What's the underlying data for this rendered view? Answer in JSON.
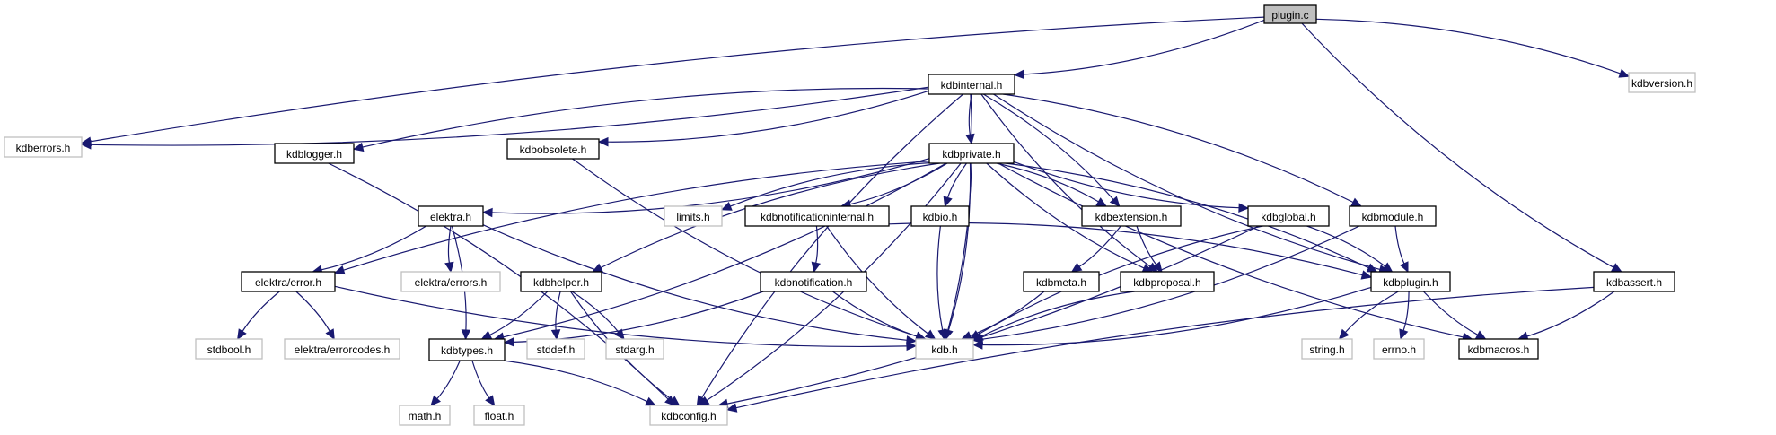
{
  "diagram": {
    "title": "plugin.c include dependency graph",
    "colors": {
      "edge": "#191970",
      "internal_border": "#000000",
      "external_border": "#bfbfbf",
      "root_fill": "#bfbfbf"
    },
    "nodes": [
      {
        "id": "plugin_c",
        "label": "plugin.c",
        "kind": "root"
      },
      {
        "id": "kdbinternal_h",
        "label": "kdbinternal.h",
        "kind": "internal"
      },
      {
        "id": "kdbversion_h",
        "label": "kdbversion.h",
        "kind": "external"
      },
      {
        "id": "kdberrors_h",
        "label": "kdberrors.h",
        "kind": "external"
      },
      {
        "id": "kdblogger_h",
        "label": "kdblogger.h",
        "kind": "internal"
      },
      {
        "id": "kdbobsolete_h",
        "label": "kdbobsolete.h",
        "kind": "internal"
      },
      {
        "id": "kdbprivate_h",
        "label": "kdbprivate.h",
        "kind": "internal"
      },
      {
        "id": "elektra_h",
        "label": "elektra.h",
        "kind": "internal"
      },
      {
        "id": "limits_h",
        "label": "limits.h",
        "kind": "external"
      },
      {
        "id": "kdbnotificationinternal_h",
        "label": "kdbnotificationinternal.h",
        "kind": "internal"
      },
      {
        "id": "kdbio_h",
        "label": "kdbio.h",
        "kind": "internal"
      },
      {
        "id": "kdbextension_h",
        "label": "kdbextension.h",
        "kind": "internal"
      },
      {
        "id": "kdbglobal_h",
        "label": "kdbglobal.h",
        "kind": "internal"
      },
      {
        "id": "kdbmodule_h",
        "label": "kdbmodule.h",
        "kind": "internal"
      },
      {
        "id": "elektra_error_h",
        "label": "elektra/error.h",
        "kind": "internal"
      },
      {
        "id": "elektra_errors_h",
        "label": "elektra/errors.h",
        "kind": "external"
      },
      {
        "id": "kdbhelper_h",
        "label": "kdbhelper.h",
        "kind": "internal"
      },
      {
        "id": "kdbnotification_h",
        "label": "kdbnotification.h",
        "kind": "internal"
      },
      {
        "id": "kdbmeta_h",
        "label": "kdbmeta.h",
        "kind": "internal"
      },
      {
        "id": "kdbproposal_h",
        "label": "kdbproposal.h",
        "kind": "internal"
      },
      {
        "id": "kdbplugin_h",
        "label": "kdbplugin.h",
        "kind": "internal"
      },
      {
        "id": "kdbassert_h",
        "label": "kdbassert.h",
        "kind": "internal"
      },
      {
        "id": "stdbool_h",
        "label": "stdbool.h",
        "kind": "external"
      },
      {
        "id": "elektra_errorcodes_h",
        "label": "elektra/errorcodes.h",
        "kind": "external"
      },
      {
        "id": "kdbtypes_h",
        "label": "kdbtypes.h",
        "kind": "internal"
      },
      {
        "id": "stddef_h",
        "label": "stddef.h",
        "kind": "external"
      },
      {
        "id": "stdarg_h",
        "label": "stdarg.h",
        "kind": "external"
      },
      {
        "id": "kdb_h",
        "label": "kdb.h",
        "kind": "external"
      },
      {
        "id": "string_h",
        "label": "string.h",
        "kind": "external"
      },
      {
        "id": "errno_h",
        "label": "errno.h",
        "kind": "external"
      },
      {
        "id": "kdbmacros_h",
        "label": "kdbmacros.h",
        "kind": "internal"
      },
      {
        "id": "math_h",
        "label": "math.h",
        "kind": "external"
      },
      {
        "id": "float_h",
        "label": "float.h",
        "kind": "external"
      },
      {
        "id": "kdbconfig_h",
        "label": "kdbconfig.h",
        "kind": "external"
      }
    ],
    "edges": [
      [
        "plugin_c",
        "kdbinternal_h"
      ],
      [
        "plugin_c",
        "kdberrors_h"
      ],
      [
        "plugin_c",
        "kdbversion_h"
      ],
      [
        "plugin_c",
        "kdbassert_h"
      ],
      [
        "kdbinternal_h",
        "kdberrors_h"
      ],
      [
        "kdbinternal_h",
        "kdblogger_h"
      ],
      [
        "kdbinternal_h",
        "kdbobsolete_h"
      ],
      [
        "kdbinternal_h",
        "kdbprivate_h"
      ],
      [
        "kdbinternal_h",
        "kdb_h"
      ],
      [
        "kdbinternal_h",
        "kdbconfig_h"
      ],
      [
        "kdbinternal_h",
        "kdbextension_h"
      ],
      [
        "kdbinternal_h",
        "kdbproposal_h"
      ],
      [
        "kdbinternal_h",
        "kdbmodule_h"
      ],
      [
        "kdbinternal_h",
        "kdbplugin_h"
      ],
      [
        "kdblogger_h",
        "kdbconfig_h"
      ],
      [
        "kdbobsolete_h",
        "kdb_h"
      ],
      [
        "kdbprivate_h",
        "elektra_h"
      ],
      [
        "kdbprivate_h",
        "limits_h"
      ],
      [
        "kdbprivate_h",
        "kdbnotificationinternal_h"
      ],
      [
        "kdbprivate_h",
        "kdbio_h"
      ],
      [
        "kdbprivate_h",
        "kdbextension_h"
      ],
      [
        "kdbprivate_h",
        "kdbglobal_h"
      ],
      [
        "kdbprivate_h",
        "kdbplugin_h"
      ],
      [
        "kdbprivate_h",
        "kdbmacros_h"
      ],
      [
        "kdbprivate_h",
        "kdbconfig_h"
      ],
      [
        "kdbprivate_h",
        "elektra_error_h"
      ],
      [
        "kdbprivate_h",
        "kdbtypes_h"
      ],
      [
        "kdbprivate_h",
        "kdbhelper_h"
      ],
      [
        "kdbprivate_h",
        "kdb_h"
      ],
      [
        "kdbprivate_h",
        "kdbproposal_h"
      ],
      [
        "elektra_h",
        "elektra_error_h"
      ],
      [
        "elektra_h",
        "elektra_errors_h"
      ],
      [
        "elektra_h",
        "kdbtypes_h"
      ],
      [
        "elektra_h",
        "kdb_h"
      ],
      [
        "kdbnotificationinternal_h",
        "kdbnotification_h"
      ],
      [
        "kdbnotificationinternal_h",
        "kdb_h"
      ],
      [
        "kdbnotificationinternal_h",
        "kdbplugin_h"
      ],
      [
        "kdbio_h",
        "kdb_h"
      ],
      [
        "kdbextension_h",
        "kdbmeta_h"
      ],
      [
        "kdbextension_h",
        "kdbproposal_h"
      ],
      [
        "kdbglobal_h",
        "kdbplugin_h"
      ],
      [
        "kdbglobal_h",
        "kdb_h"
      ],
      [
        "kdbglobal_h",
        "kdbconfig_h"
      ],
      [
        "kdbmodule_h",
        "kdbplugin_h"
      ],
      [
        "kdbmodule_h",
        "kdb_h"
      ],
      [
        "elektra_error_h",
        "stdbool_h"
      ],
      [
        "elektra_error_h",
        "elektra_errorcodes_h"
      ],
      [
        "elektra_error_h",
        "kdb_h"
      ],
      [
        "kdbhelper_h",
        "kdbtypes_h"
      ],
      [
        "kdbhelper_h",
        "stddef_h"
      ],
      [
        "kdbhelper_h",
        "stdarg_h"
      ],
      [
        "kdbhelper_h",
        "kdbconfig_h"
      ],
      [
        "kdbnotification_h",
        "kdbtypes_h"
      ],
      [
        "kdbnotification_h",
        "kdb_h"
      ],
      [
        "kdbmeta_h",
        "kdb_h"
      ],
      [
        "kdbproposal_h",
        "kdb_h"
      ],
      [
        "kdbplugin_h",
        "kdb_h"
      ],
      [
        "kdbplugin_h",
        "string_h"
      ],
      [
        "kdbplugin_h",
        "errno_h"
      ],
      [
        "kdbplugin_h",
        "kdbmacros_h"
      ],
      [
        "kdbassert_h",
        "kdbmacros_h"
      ],
      [
        "kdbassert_h",
        "kdbconfig_h"
      ],
      [
        "kdbtypes_h",
        "math_h"
      ],
      [
        "kdbtypes_h",
        "float_h"
      ],
      [
        "kdbtypes_h",
        "kdbconfig_h"
      ]
    ]
  }
}
